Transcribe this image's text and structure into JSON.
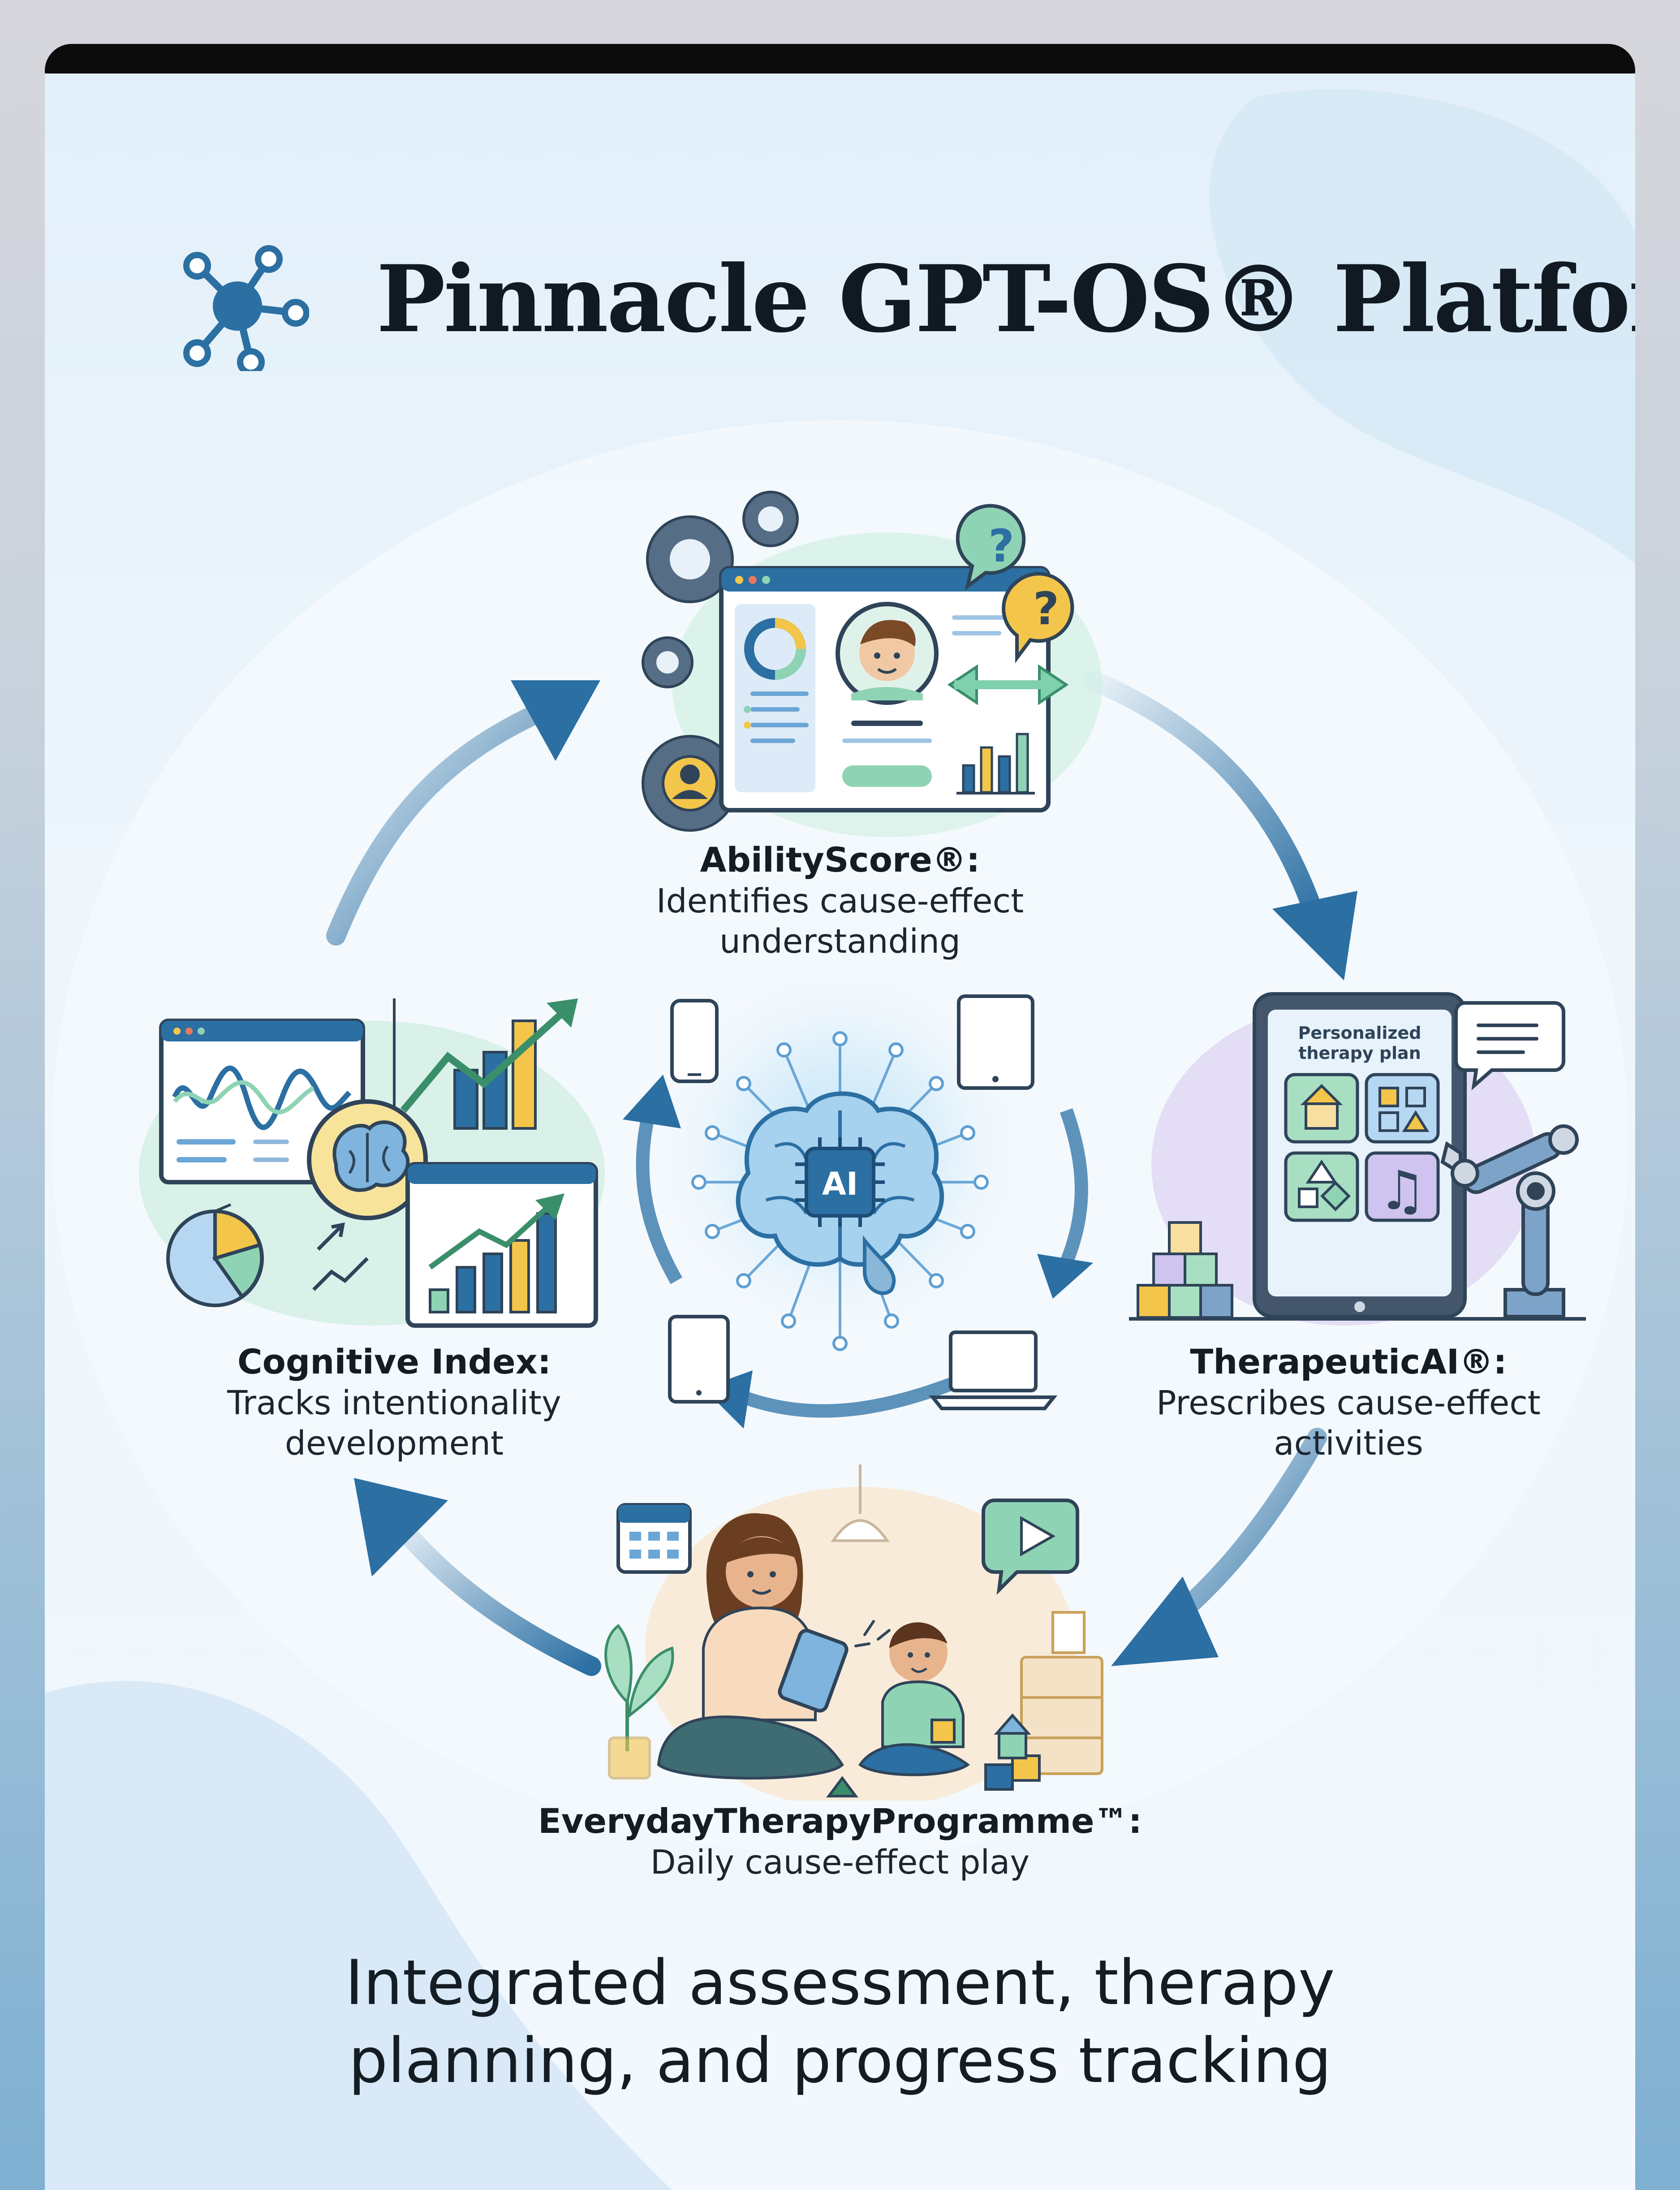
{
  "header": {
    "title": "Pinnacle GPT-OS® Platform",
    "logo_icon": "network-hub-icon"
  },
  "cycle": {
    "nodes": [
      {
        "id": "abilityscore",
        "title": "AbilityScore®:",
        "desc_line1": "Identifies cause-effect",
        "desc_line2": "understanding",
        "icon": "assessment-dashboard-icon"
      },
      {
        "id": "therapeuticai",
        "title": "TherapeuticAI®:",
        "desc_line1": "Prescribes cause-effect",
        "desc_line2": "activities",
        "icon": "therapy-plan-tablet-icon",
        "panel_line1": "Personalized",
        "panel_line2": "therapy plan"
      },
      {
        "id": "everyday",
        "title": "EverydayTherapyProgramme™:",
        "desc_line1": "Daily cause-effect play",
        "icon": "parent-child-play-icon"
      },
      {
        "id": "cognitive",
        "title": "Cognitive Index:",
        "desc_line1": "Tracks intentionality",
        "desc_line2": "development",
        "icon": "analytics-charts-icon"
      }
    ],
    "center": {
      "label": "AI",
      "icon": "ai-brain-chip-icon"
    }
  },
  "footer": {
    "tagline_line1": "Integrated assessment, therapy",
    "tagline_line2": "planning, and progress tracking"
  },
  "colors": {
    "primary_blue": "#2b6fa3",
    "dark_navy": "#23415e",
    "mint": "#8fd3b5",
    "yellow": "#f3c54a",
    "purple": "#cfc3ef"
  }
}
